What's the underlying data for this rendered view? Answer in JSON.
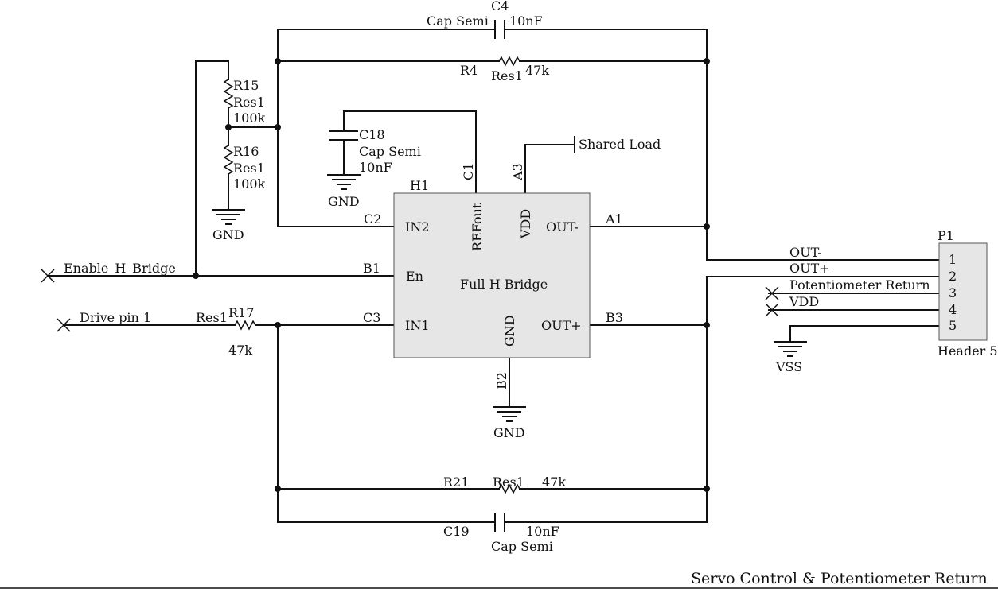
{
  "chip": {
    "designator": "H1",
    "name": "Full H Bridge",
    "pins": {
      "in2": "IN2",
      "refout": "REFout",
      "vdd": "VDD",
      "out_minus": "OUT-",
      "en": "En",
      "in1": "IN1",
      "gnd": "GND",
      "out_plus": "OUT+"
    },
    "pin_numbers": {
      "c2": "C2",
      "b1": "B1",
      "c3": "C3",
      "c1": "C1",
      "a3": "A3",
      "a1": "A1",
      "b3": "B3",
      "b2": "B2"
    }
  },
  "components": {
    "c4": {
      "designator": "C4",
      "type": "Cap Semi",
      "value": "10nF"
    },
    "r4": {
      "designator": "R4",
      "type": "Res1",
      "value": "47k"
    },
    "r15": {
      "designator": "R15",
      "type": "Res1",
      "value": "100k"
    },
    "r16": {
      "designator": "R16",
      "type": "Res1",
      "value": "100k"
    },
    "c18": {
      "designator": "C18",
      "type": "Cap Semi",
      "value": "10nF"
    },
    "r17": {
      "designator": "R17",
      "type": "Res1",
      "value": "47k"
    },
    "r21": {
      "designator": "R21",
      "type": "Res1",
      "value": "47k"
    },
    "c19": {
      "designator": "C19",
      "type": "Cap Semi",
      "value": "10nF"
    }
  },
  "power": {
    "gnd": "GND",
    "vss": "VSS",
    "shared_load": "Shared Load"
  },
  "ports": {
    "enable": "Enable_H_Bridge",
    "drive": "Drive pin 1"
  },
  "header": {
    "designator": "P1",
    "name": "Header 5",
    "pins": [
      "1",
      "2",
      "3",
      "4",
      "5"
    ],
    "nets": [
      "OUT-",
      "OUT+",
      "Potentiometer Return",
      "VDD"
    ]
  },
  "sheet_title": "Servo Control & Potentiometer Return"
}
